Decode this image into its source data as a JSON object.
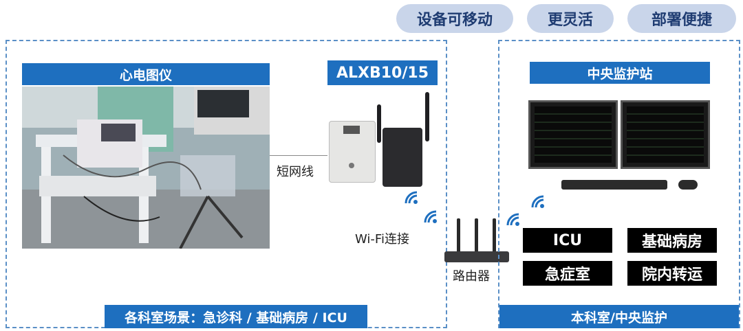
{
  "tags": [
    "设备可移动",
    "更灵活",
    "部署便捷"
  ],
  "left_panel": {
    "device_title": "心电图仪",
    "model_label": "ALXB10/15",
    "cable_label": "短网线",
    "wifi_label": "Wi-Fi连接",
    "footer": "各科室场景：急诊科 / 基础病房 / ICU"
  },
  "router_label": "路由器",
  "right_panel": {
    "title": "中央监护站",
    "departments": [
      "ICU",
      "基础病房",
      "急症室",
      "院内转运"
    ],
    "footer": "本科室/中央监护"
  },
  "colors": {
    "accent_blue": "#1e6fbf",
    "pill_bg": "#c9d5ea",
    "dashed_border": "#5a8fc6"
  }
}
